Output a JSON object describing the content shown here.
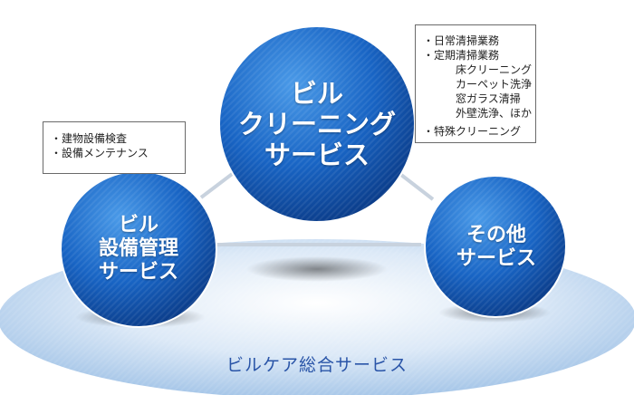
{
  "diagram": {
    "main_circle": [
      "ビル",
      "クリーニング",
      "サービス"
    ],
    "left_circle": [
      "ビル",
      "設備管理",
      "サービス"
    ],
    "right_circle": [
      "その他",
      "サービス"
    ],
    "base_label": "ビルケア総合サービス",
    "left_note": {
      "items": [
        {
          "text": "建物設備検査",
          "level": 0
        },
        {
          "text": "設備メンテナンス",
          "level": 0
        }
      ]
    },
    "right_note": {
      "items": [
        {
          "text": "日常清掃業務",
          "level": 0
        },
        {
          "text": "定期清掃業務",
          "level": 0
        },
        {
          "text": "床クリーニング",
          "level": 1
        },
        {
          "text": "カーペット洗浄",
          "level": 1
        },
        {
          "text": "窓ガラス清掃",
          "level": 1
        },
        {
          "text": "外壁洗浄、ほか",
          "level": 1
        },
        {
          "text": "特殊クリーニング",
          "level": 0
        }
      ]
    },
    "colors": {
      "circle_light": "#3a8ee0",
      "circle_dark": "#0a3f8c",
      "base_light": "#e6f0fa",
      "base_dark": "#a9c9ea",
      "connector": "#c8d2de",
      "base_text": "#2a55a8"
    }
  }
}
